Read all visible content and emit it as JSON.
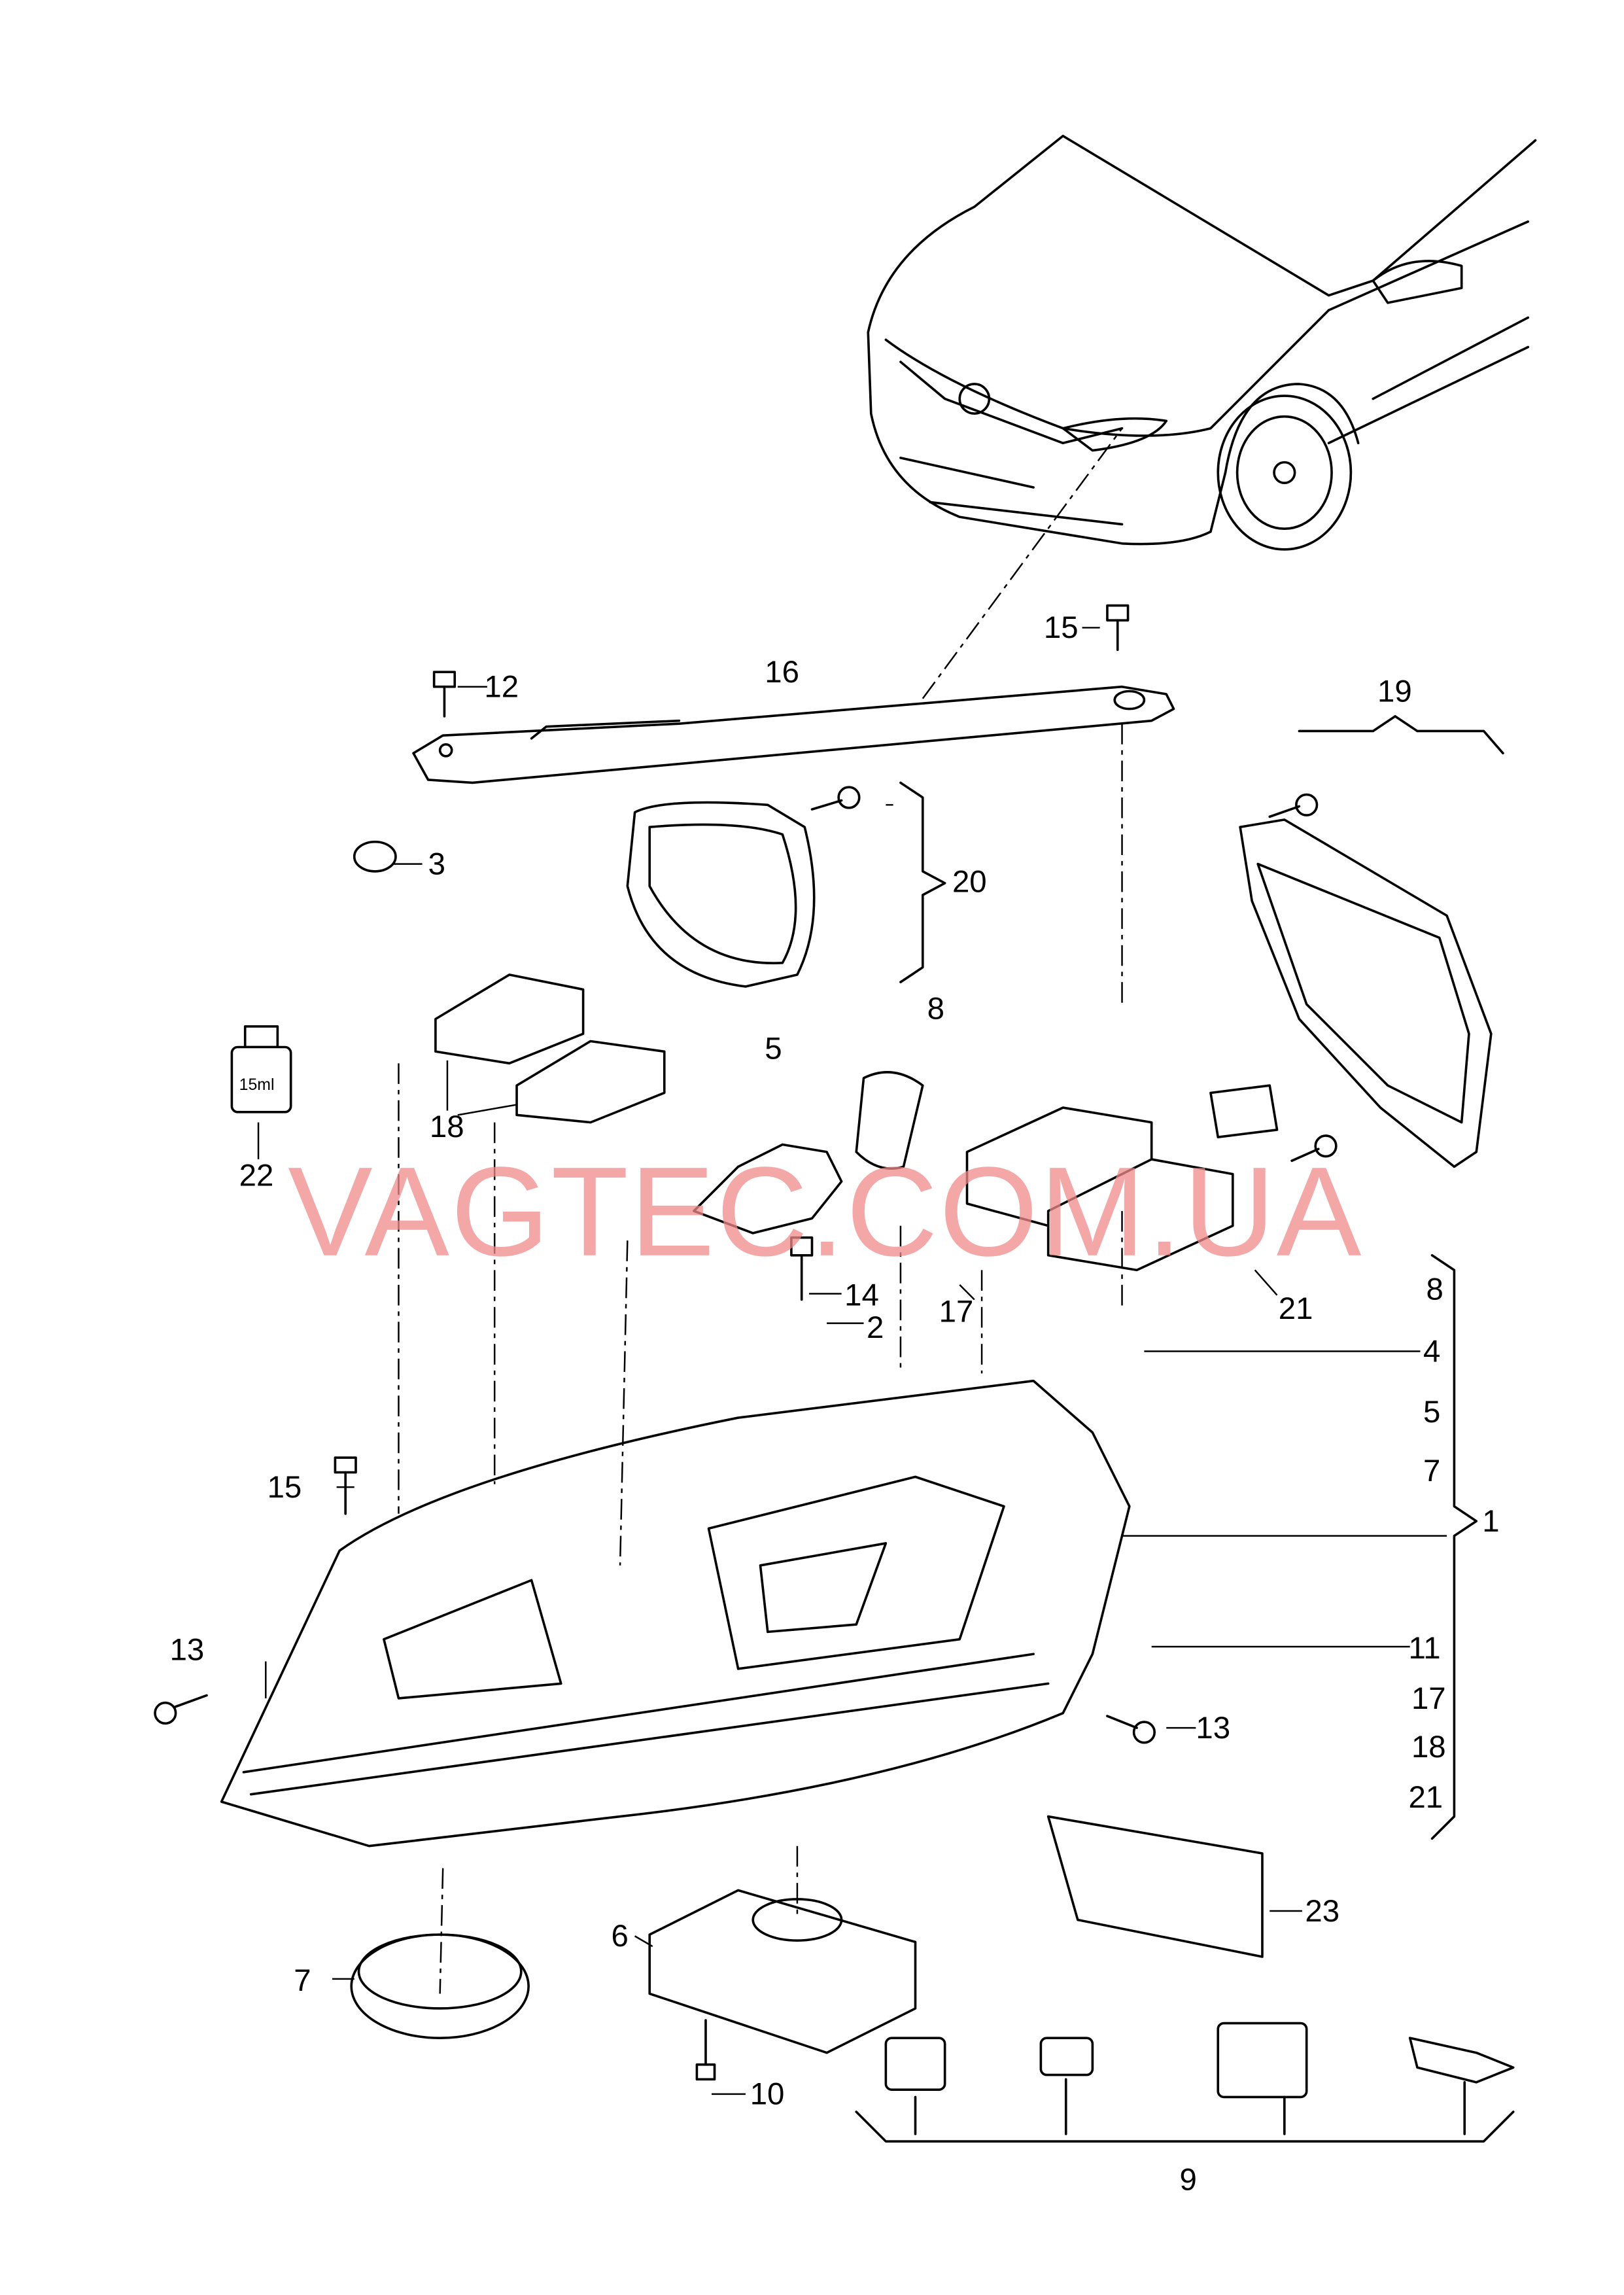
{
  "watermark": "VAGTEC.COM.UA",
  "bottle_text": "15ml",
  "callouts": [
    {
      "id": "c16",
      "text": "16"
    },
    {
      "id": "c15a",
      "text": "15"
    },
    {
      "id": "c12",
      "text": "12"
    },
    {
      "id": "c3",
      "text": "3"
    },
    {
      "id": "c19",
      "text": "19"
    },
    {
      "id": "c20",
      "text": "20"
    },
    {
      "id": "c8a",
      "text": "8"
    },
    {
      "id": "c5a",
      "text": "5"
    },
    {
      "id": "c22",
      "text": "22"
    },
    {
      "id": "c18a",
      "text": "18"
    },
    {
      "id": "c17a",
      "text": "17"
    },
    {
      "id": "c21a",
      "text": "21"
    },
    {
      "id": "c14",
      "text": "14"
    },
    {
      "id": "c2",
      "text": "2"
    },
    {
      "id": "c8b",
      "text": "8"
    },
    {
      "id": "c4",
      "text": "4"
    },
    {
      "id": "c5b",
      "text": "5"
    },
    {
      "id": "c7b",
      "text": "7"
    },
    {
      "id": "c1",
      "text": "1"
    },
    {
      "id": "c15b",
      "text": "15"
    },
    {
      "id": "c13a",
      "text": "13"
    },
    {
      "id": "c11",
      "text": "11"
    },
    {
      "id": "c17b",
      "text": "17"
    },
    {
      "id": "c13b",
      "text": "13"
    },
    {
      "id": "c18b",
      "text": "18"
    },
    {
      "id": "c21b",
      "text": "21"
    },
    {
      "id": "c23",
      "text": "23"
    },
    {
      "id": "c6",
      "text": "6"
    },
    {
      "id": "c7a",
      "text": "7"
    },
    {
      "id": "c10",
      "text": "10"
    },
    {
      "id": "c9",
      "text": "9"
    }
  ]
}
